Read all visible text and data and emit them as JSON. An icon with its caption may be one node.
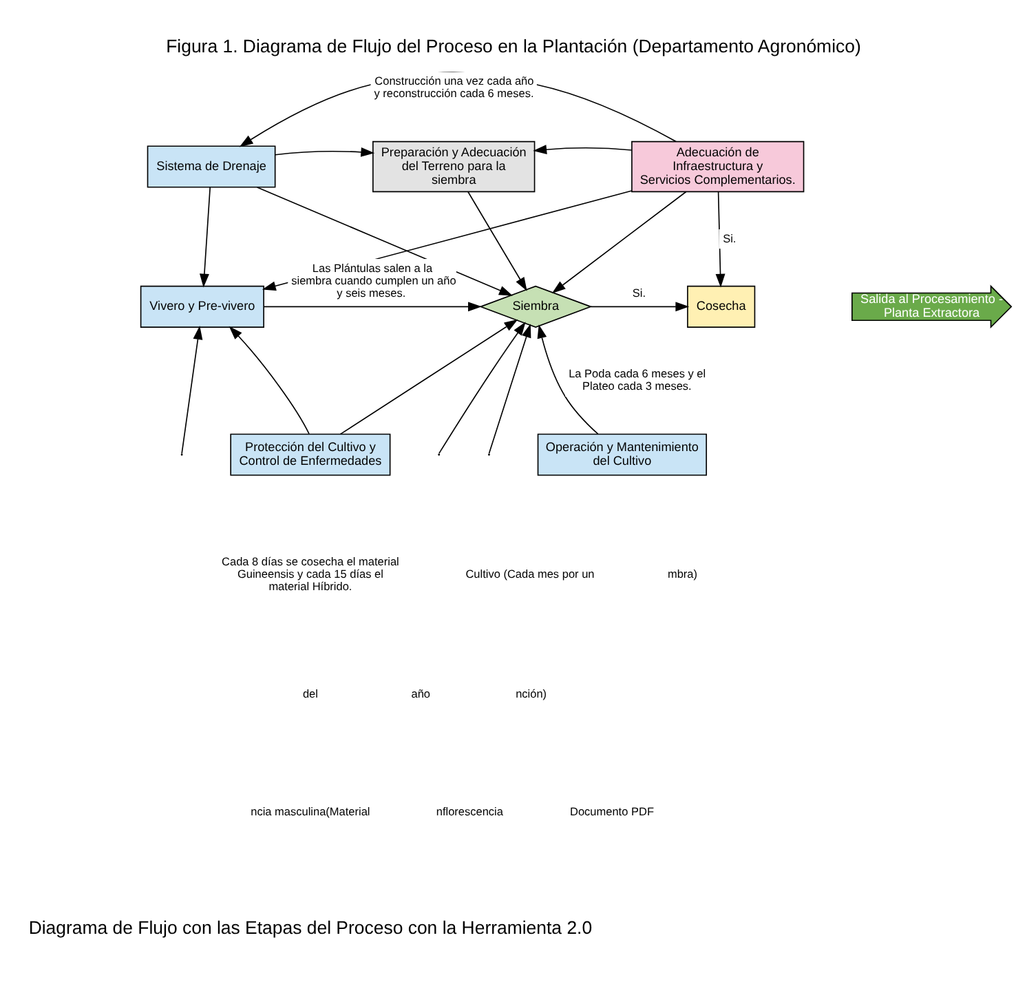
{
  "diagram": {
    "title": "Figura 1. Diagrama de Flujo del Proceso en la Plantación (Departamento Agronómico)",
    "caption": "Diagrama de Flujo con las Etapas del Proceso con la Herramienta 2.0",
    "nodes": [
      {
        "text": [
          "Sistema de Drenaje"
        ]
      },
      {
        "text": [
          "Preparación y Adecuación del Terreno para la siembra"
        ]
      },
      {
        "text": [
          "Adecuación de Infraestructura y Servicios Complementarios."
        ]
      },
      {
        "text": [
          "Vivero y Pre-vivero"
        ]
      },
      {
        "text": [
          "Siembra"
        ]
      },
      {
        "text": [
          "Cosecha"
        ]
      },
      {
        "text": [
          "Salida al Procesamiento - Planta Extractora"
        ]
      },
      {
        "text": [
          "Protección del Cultivo y Control de Enfermedades"
        ]
      },
      {
        "text": [
          "Operación y Mantenimiento del Cultivo"
        ]
      }
    ],
    "edges": [
      {
        "from": 2,
        "to": 0,
        "arrow": "to",
        "label": "Construcción una vez cada año y reconstrucción cada 6 meses."
      },
      {
        "from": 2,
        "to": 3,
        "arrow": "to"
      },
      {
        "from": 0,
        "to": 1,
        "arrow": "to"
      },
      {
        "from": 2,
        "to": 1,
        "arrow": "to"
      },
      {
        "from": 0,
        "to": 3,
        "arrow": "to"
      },
      {
        "from": 0,
        "to": 4,
        "arrow": "to"
      },
      {
        "from": 1,
        "to": 4,
        "arrow": "to"
      },
      {
        "from": 2,
        "to": 4,
        "arrow": "to"
      },
      {
        "from": 2,
        "to": 5,
        "arrow": "to",
        "label": "Si."
      },
      {
        "from": 3,
        "to": 4,
        "arrow": "to",
        "label": "Las Plántulas salen a la siembra cuando cumplen un año y seis meses."
      },
      {
        "from": 4,
        "to": 5,
        "arrow": "to",
        "label": "Si."
      },
      {
        "from": 7,
        "to": 3,
        "arrow": "to"
      },
      {
        "from": 7,
        "to": 4,
        "arrow": "to"
      },
      {
        "from": 8,
        "to": 4,
        "arrow": "to",
        "label": "La Poda cada 6 meses y el Plateo cada 3 meses."
      },
      {
        "from": null,
        "to": 3,
        "arrow": "to"
      },
      {
        "from": null,
        "to": 4,
        "arrow": "to"
      },
      {
        "from": null,
        "to": 4,
        "arrow": "to"
      }
    ],
    "labels": [
      "Cada 8 días se cosecha el material Guineensis y cada 15 días el material Híbrido.",
      "Cultivo (Cada mes por un",
      "mbra)",
      "del",
      "año",
      "nción)",
      "ncia masculina(Material",
      "nflorescencia",
      "Documento PDF"
    ]
  }
}
